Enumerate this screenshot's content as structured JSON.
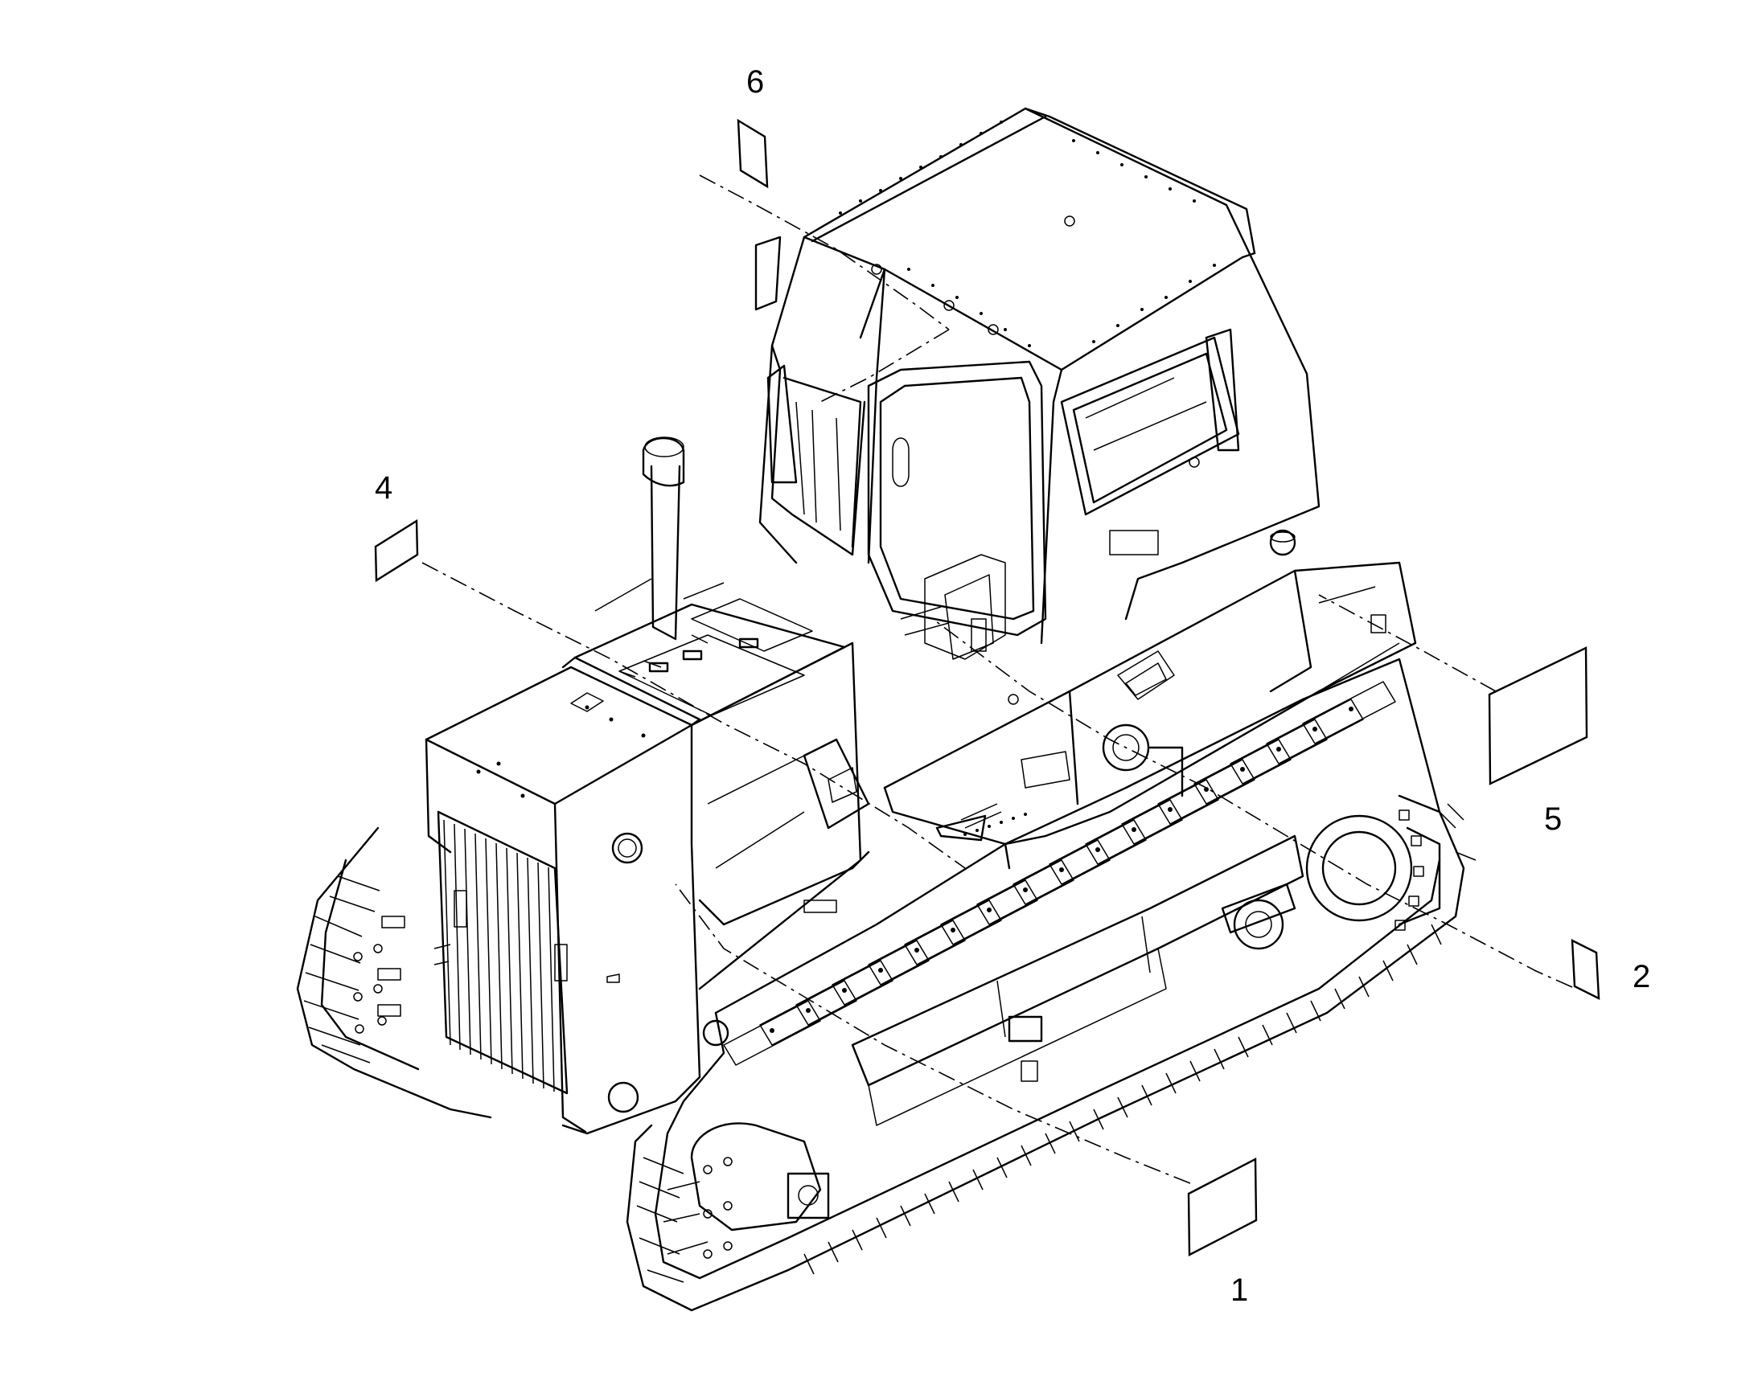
{
  "diagram": {
    "callouts": [
      {
        "id": "decal-1",
        "label": "1"
      },
      {
        "id": "decal-2",
        "label": "2"
      },
      {
        "id": "decal-4",
        "label": "4"
      },
      {
        "id": "decal-5",
        "label": "5"
      },
      {
        "id": "decal-6",
        "label": "6"
      }
    ]
  }
}
